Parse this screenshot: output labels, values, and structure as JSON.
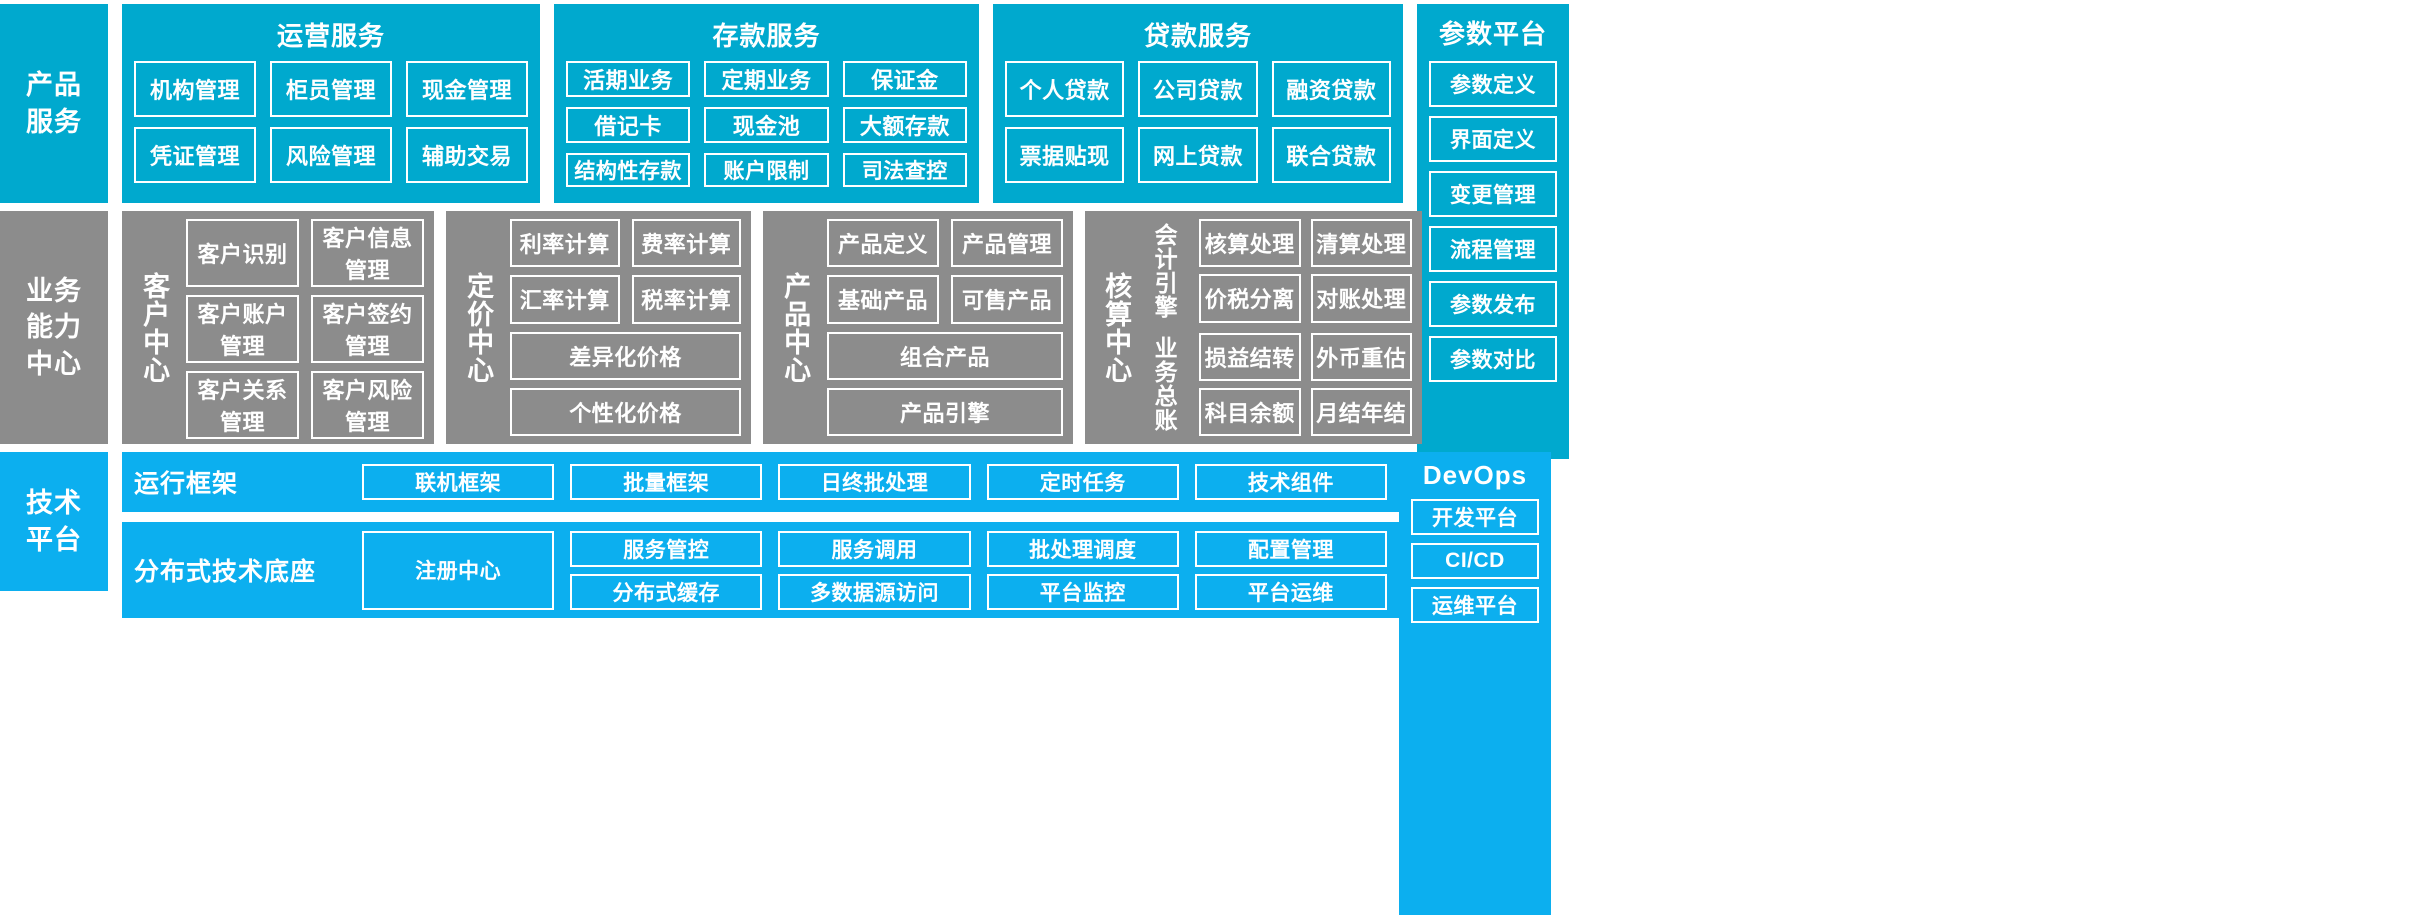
{
  "layers": {
    "product_service": "产品\n服务",
    "business_capability": "业务\n能力\n中心",
    "tech_platform": "技术\n平台"
  },
  "product_service": {
    "groups": [
      {
        "title": "运营服务",
        "rows": [
          [
            "机构管理",
            "柜员管理",
            "现金管理"
          ],
          [
            "凭证管理",
            "风险管理",
            "辅助交易"
          ]
        ]
      },
      {
        "title": "存款服务",
        "rows": [
          [
            "活期业务",
            "定期业务",
            "保证金"
          ],
          [
            "借记卡",
            "现金池",
            "大额存款"
          ],
          [
            "结构性存款",
            "账户限制",
            "司法查控"
          ]
        ]
      },
      {
        "title": "贷款服务",
        "rows": [
          [
            "个人贷款",
            "公司贷款",
            "融资贷款"
          ],
          [
            "票据贴现",
            "网上贷款",
            "联合贷款"
          ]
        ]
      }
    ]
  },
  "param_platform": {
    "title": "参数平台",
    "items": [
      "参数定义",
      "界面定义",
      "变更管理",
      "流程管理",
      "参数发布",
      "参数对比"
    ]
  },
  "business_centers": [
    {
      "name": "客户中心",
      "rows": [
        [
          "客户识别",
          "客户信息管理"
        ],
        [
          "客户账户管理",
          "客户签约管理"
        ],
        [
          "客户关系管理",
          "客户风险管理"
        ]
      ]
    },
    {
      "name": "定价中心",
      "rows": [
        [
          "利率计算",
          "费率计算"
        ],
        [
          "汇率计算",
          "税率计算"
        ],
        [
          "差异化价格"
        ],
        [
          "个性化价格"
        ]
      ]
    },
    {
      "name": "产品中心",
      "rows": [
        [
          "产品定义",
          "产品管理"
        ],
        [
          "基础产品",
          "可售产品"
        ],
        [
          "组合产品"
        ],
        [
          "产品引擎"
        ]
      ]
    }
  ],
  "accounting_center": {
    "name": "核算中心",
    "sections": [
      {
        "label": "会计引擎",
        "rows": [
          [
            "核算处理",
            "清算处理"
          ],
          [
            "价税分离",
            "对账处理"
          ]
        ]
      },
      {
        "label": "业务总账",
        "rows": [
          [
            "损益结转",
            "外币重估"
          ],
          [
            "科目余额",
            "月结年结"
          ]
        ]
      }
    ]
  },
  "tech_platform": {
    "rows": [
      {
        "label": "运行框架",
        "columns": [
          [
            "联机框架"
          ],
          [
            "批量框架"
          ],
          [
            "日终批处理"
          ],
          [
            "定时任务"
          ],
          [
            "技术组件"
          ]
        ]
      },
      {
        "label": "分布式技术底座",
        "columns": [
          [
            "注册中心"
          ],
          [
            "服务管控",
            "分布式缓存"
          ],
          [
            "服务调用",
            "多数据源访问"
          ],
          [
            "批处理调度",
            "平台监控"
          ],
          [
            "配置管理",
            "平台运维"
          ]
        ]
      }
    ]
  },
  "devops": {
    "title": "DevOps",
    "items": [
      "开发平台",
      "CI/CD",
      "运维平台"
    ]
  },
  "colors": {
    "teal": "#00A9CE",
    "gray": "#8C8C8C",
    "blue": "#0CAFEF",
    "white": "#FFFFFF"
  }
}
